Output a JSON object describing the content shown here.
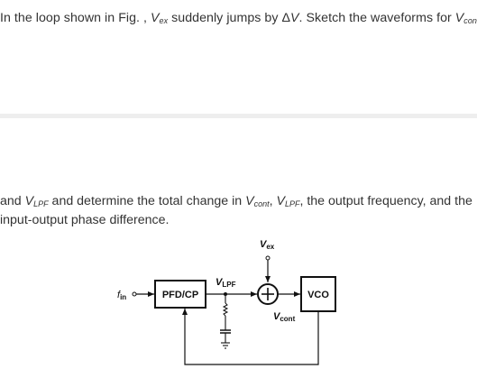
{
  "problem": {
    "line1_prefix": "In the loop shown in Fig. , ",
    "vex_sym": "V",
    "vex_sub": "ex",
    "line1_mid": " suddenly jumps by ",
    "delta_v": "Δ",
    "delta_v_letter": "V",
    "line1_suffix": ". Sketch the waveforms for ",
    "vcont_sym": "V",
    "vcont_sub": "con",
    "line2_prefix": "and ",
    "vlpf_sym": "V",
    "vlpf_sub": "LPF",
    "line2_mid": " and determine the total change in ",
    "vcont2_sym": "V",
    "vcont2_sub": "cont",
    "comma1": ", ",
    "vlpf2_sym": "V",
    "vlpf2_sub": "LPF",
    "line2_suffix": ", the output frequency, and the",
    "line3": "input-output phase difference."
  },
  "figure": {
    "fin_label": "f",
    "fin_sub": "in",
    "pfdcp_label": "PFD/CP",
    "vco_label": "VCO",
    "vlpf_label": "V",
    "vlpf_sub": "LPF",
    "vex_label": "V",
    "vex_sub": "ex",
    "vcont_label": "V",
    "vcont_sub": "cont"
  }
}
